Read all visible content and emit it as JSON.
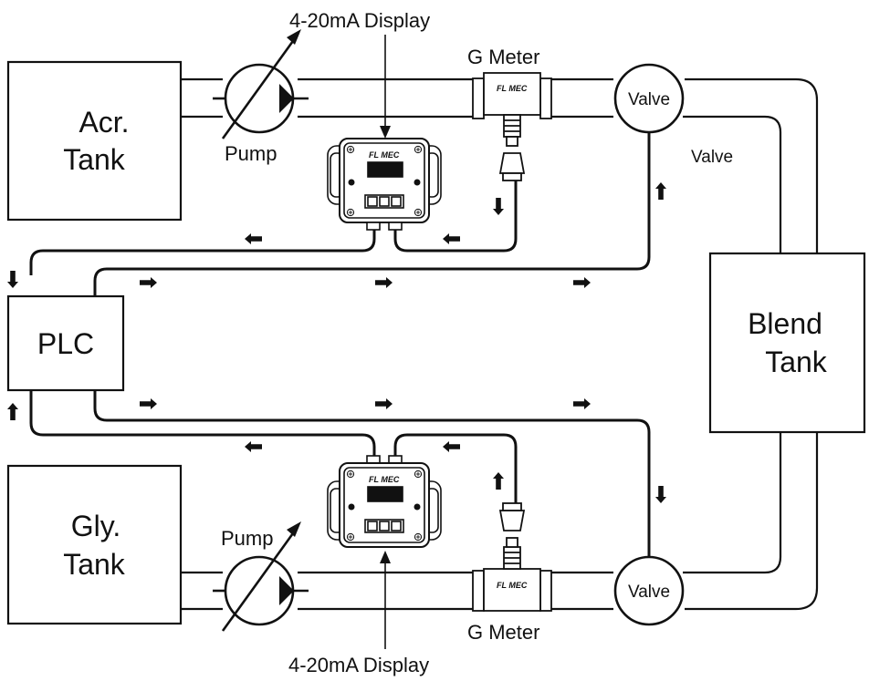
{
  "labels": {
    "tank_acr": [
      "Acr.",
      "Tank"
    ],
    "tank_gly": [
      "Gly.",
      "Tank"
    ],
    "plc": "PLC",
    "blend_tank": [
      "Blend",
      "Tank"
    ],
    "pump_top": "Pump",
    "pump_bottom": "Pump",
    "display_top": "4-20mA Display",
    "display_bottom": "4-20mA Display",
    "meter_top": "G Meter",
    "meter_bottom": "G Meter",
    "valve_top": "Valve",
    "valve_bottom": "Valve",
    "valve_note": "Valve",
    "meter_brand": "FL MEC",
    "display_brand": "FL MEC"
  },
  "colors": {
    "stroke": "#111111",
    "background": "#ffffff"
  }
}
